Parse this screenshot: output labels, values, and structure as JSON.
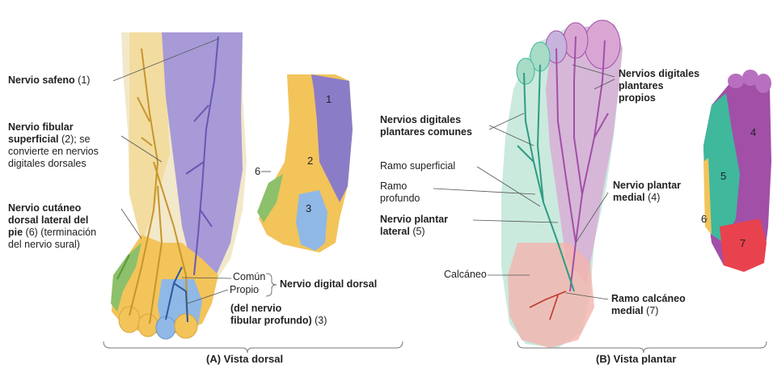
{
  "panel_a": {
    "caption": "(A) Vista dorsal",
    "saphenous_name": "Nervio safeno",
    "saphenous_num": "(1)",
    "sup_fibular_line1": "Nervio fibular",
    "sup_fibular_line2_bold": "superficial",
    "sup_fibular_line2_rest": " (2); se",
    "sup_fibular_line3": "convierte en nervios",
    "sup_fibular_line4": "digitales dorsales",
    "cutaneous_line1": "Nervio cutáneo",
    "cutaneous_line2": "dorsal lateral del",
    "cutaneous_line3_bold": "pie",
    "cutaneous_line3_rest": " (6) (terminación",
    "cutaneous_line4": "del nervio sural)",
    "common": "Común",
    "proper": "Propio",
    "dorsal_digital": "Nervio digital dorsal",
    "deep_fibular_line1": "(del nervio",
    "deep_fibular_line2_bold": "fibular profundo)",
    "deep_fibular_line2_rest": " (3)",
    "inset_numbers": [
      "1",
      "2",
      "3",
      "6"
    ]
  },
  "panel_b": {
    "caption": "(B) Vista plantar",
    "common_plantar_line1": "Nervios digitales",
    "common_plantar_line2": "plantares comunes",
    "proper_plantar_line1": "Nervios digitales",
    "proper_plantar_line2": "plantares",
    "proper_plantar_line3": "propios",
    "superficial_branch": "Ramo superficial",
    "deep_branch_line1": "Ramo",
    "deep_branch_line2": "profundo",
    "lateral_plantar_line1": "Nervio plantar",
    "lateral_plantar_line2_bold": "lateral",
    "lateral_plantar_line2_rest": " (5)",
    "medial_plantar_line1": "Nervio plantar",
    "medial_plantar_line2_bold": "medial",
    "medial_plantar_line2_rest": " (4)",
    "calcaneus": "Calcáneo",
    "medial_calcaneal_line1": "Ramo calcáneo",
    "medial_calcaneal_line2_bold": "medial",
    "medial_calcaneal_line2_rest": " (7)",
    "inset_numbers": [
      "4",
      "5",
      "6",
      "7"
    ]
  },
  "colors": {
    "saphenous": "#8b7cc8",
    "superficial_fibular": "#f2c45a",
    "deep_fibular": "#8fb8e6",
    "sural": "#8dc06a",
    "medial_plantar": "#a24fa8",
    "lateral_plantar": "#3fb89c",
    "calcaneal": "#e8424e"
  }
}
